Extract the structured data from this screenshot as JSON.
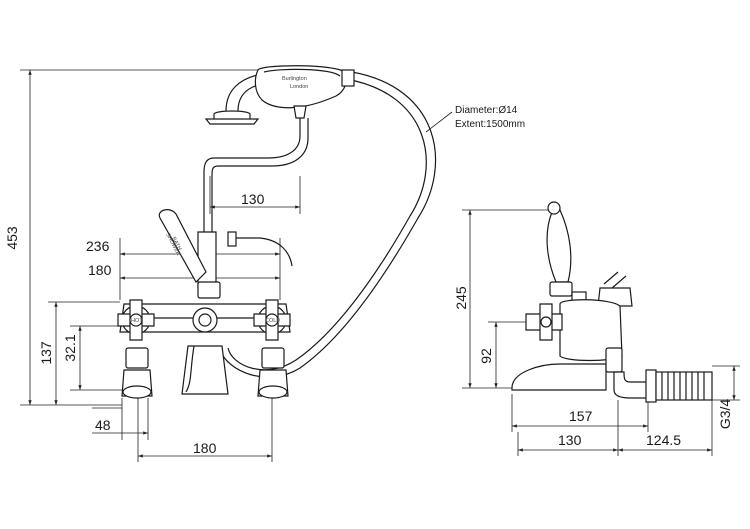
{
  "dimensions": {
    "overall_height": "453",
    "handset_offset": "130",
    "lever_span": "236",
    "body_width": "180",
    "body_height": "137",
    "outlet_height": "32.1",
    "leg_height": "48",
    "centres": "180",
    "side_height": "245",
    "spout_height": "92",
    "spout_projection": "157",
    "wall_to_spout": "130",
    "leg_length": "124.5",
    "thread": "G3/4"
  },
  "hose_note": {
    "diameter": "Diameter:Ø14",
    "extent": "Extent:1500mm"
  },
  "handset_logo": {
    "brand": "Burlington",
    "city": "London"
  },
  "lever_text": {
    "shower": "SHOWER",
    "bath": "BATH"
  },
  "cap_labels": {
    "hot": "HOT",
    "cold": "COLD"
  }
}
